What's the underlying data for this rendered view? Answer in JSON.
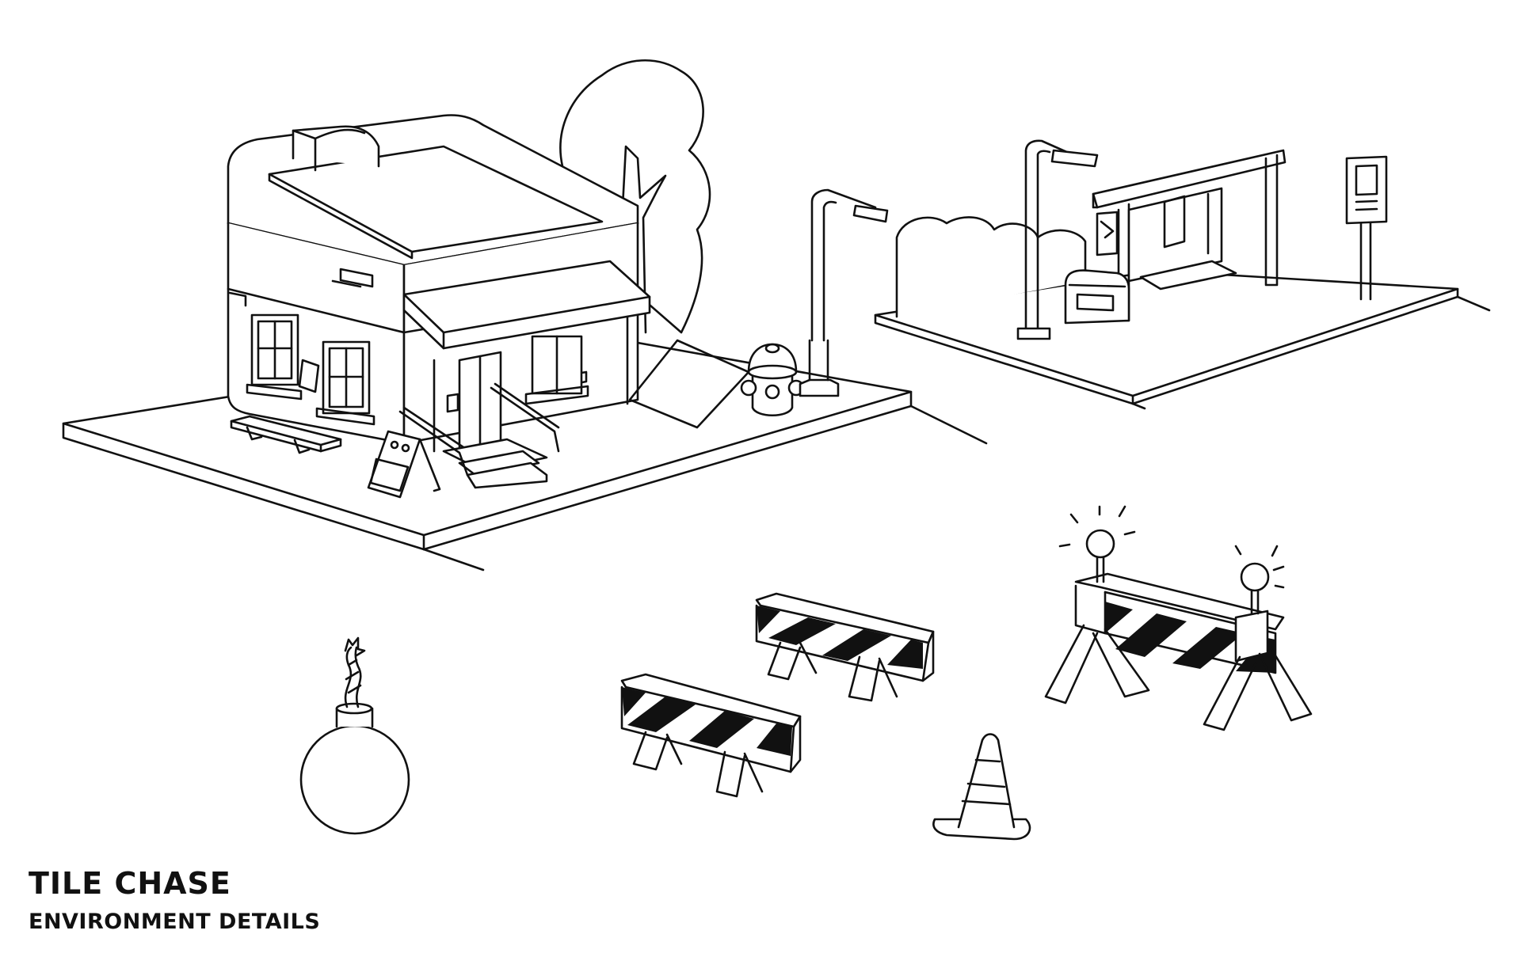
{
  "sheet": {
    "title": "TILE CHASE",
    "subtitle": "ENVIRONMENT DETAILS"
  },
  "colors": {
    "background": "#ffffff",
    "ink": "#111111",
    "stripe": "#111111"
  },
  "props": [
    "shop-building-tile",
    "tree",
    "fire-hydrant",
    "street-lamp",
    "bus-stop-tile",
    "bus-shelter",
    "trash-bin",
    "sign-post",
    "bomb",
    "road-barrier-small",
    "road-barrier-large",
    "warning-light",
    "traffic-cone"
  ]
}
